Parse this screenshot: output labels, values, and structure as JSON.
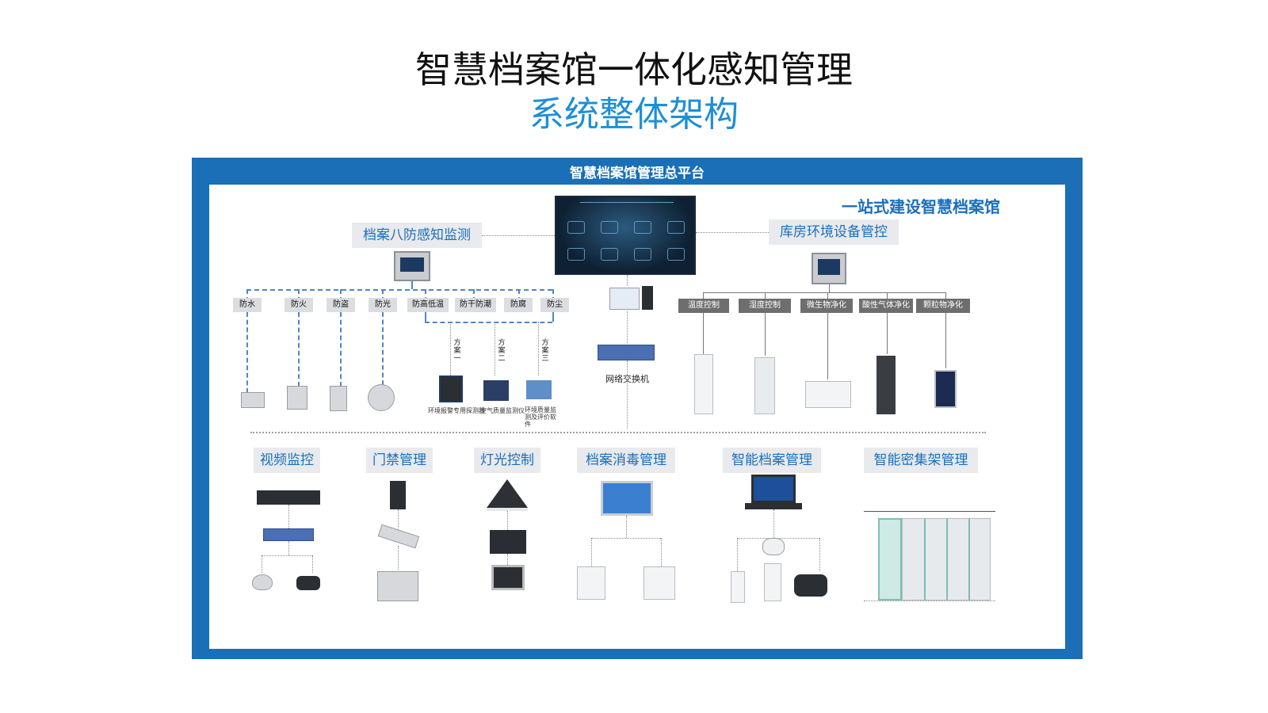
{
  "title": "智慧档案馆一体化感知管理",
  "subtitle": "系统整体架构",
  "platform_title": "智慧档案馆管理总平台",
  "slogan": "一站式建设智慧档案馆",
  "left_module": {
    "label": "档案八防感知监测",
    "items": [
      "防水",
      "防火",
      "防盗",
      "防光",
      "防高低温",
      "防干防潮",
      "防腐",
      "防尘"
    ],
    "schemes": [
      "方案一",
      "方案二",
      "方案三"
    ],
    "scheme_devices": [
      "环境报警专用探测器",
      "空气质量监测仪",
      "环境质量监测及评价软件"
    ]
  },
  "center": {
    "switch_label": "网络交换机"
  },
  "right_module": {
    "label": "库房环境设备管控",
    "items": [
      "温度控制",
      "湿度控制",
      "微生物净化",
      "酸性气体净化",
      "颗粒物净化"
    ]
  },
  "bottom_modules": [
    {
      "label": "视频监控"
    },
    {
      "label": "门禁管理"
    },
    {
      "label": "灯光控制"
    },
    {
      "label": "档案消毒管理"
    },
    {
      "label": "智能档案管理"
    },
    {
      "label": "智能密集架管理"
    }
  ],
  "colors": {
    "frame_blue": "#1a6fb6",
    "subtitle_blue": "#1d8fd6",
    "tag_text": "#1b6fba",
    "tag_bg": "#e8eaed"
  }
}
